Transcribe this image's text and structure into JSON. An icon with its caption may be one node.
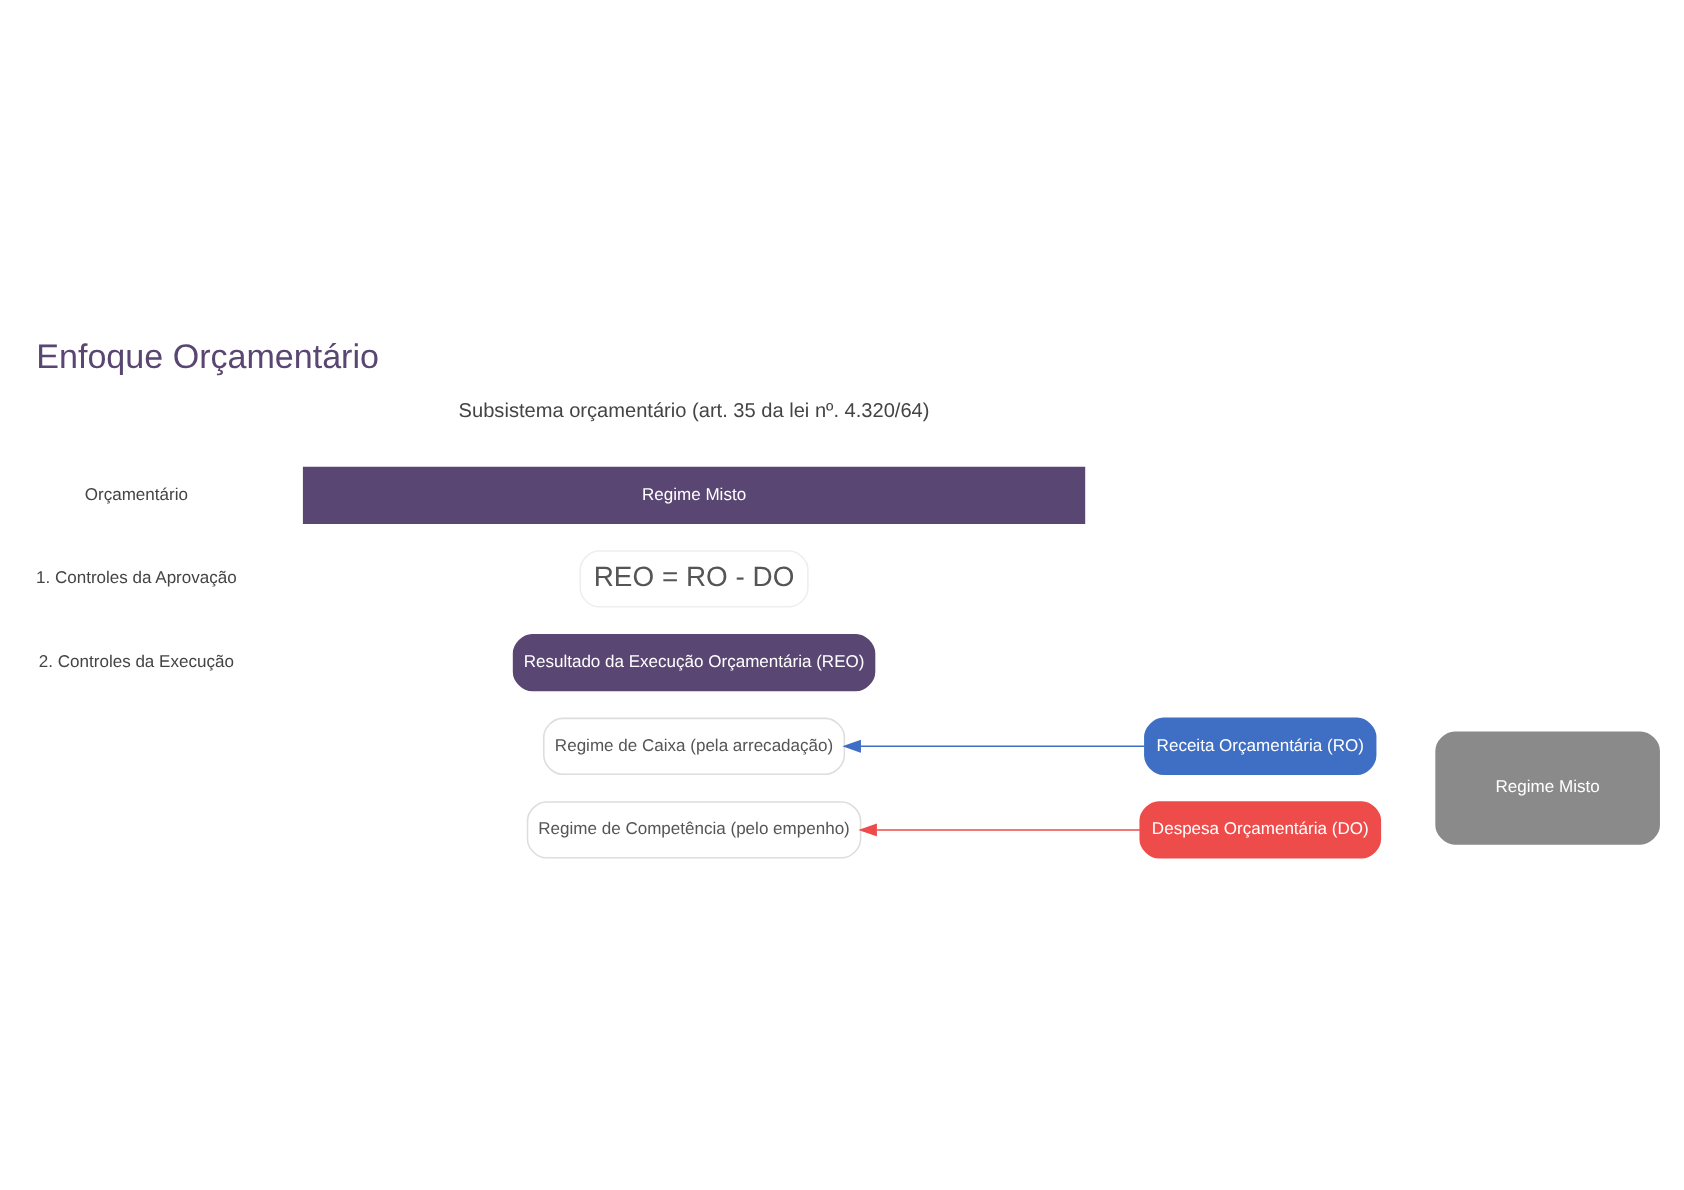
{
  "diagram": {
    "title": "Enfoque Orçamentário",
    "nodes": [
      {
        "text": [
          "Regime de Caixa (pela arrecadação)"
        ]
      },
      {
        "text": [
          "Regime de Competência (pelo empenho)"
        ]
      },
      {
        "text": [
          "Receita Orçamentária (RO)"
        ]
      },
      {
        "text": [
          "Despesa Orçamentária (DO)"
        ]
      },
      {
        "text": [
          "Resultado da Execução Orçamentária (REO)"
        ]
      },
      {
        "text": [
          "REO = RO - DO"
        ]
      },
      {
        "text": [
          "Regime Misto"
        ]
      },
      {
        "text": [
          "Regime Misto"
        ]
      }
    ],
    "edges": [
      {
        "from": 2,
        "to": 0,
        "arrow": "to",
        "color": "#3f6fc4"
      },
      {
        "from": 3,
        "to": 1,
        "arrow": "to",
        "color": "#ee4b4b"
      }
    ],
    "labels": [
      "Subsistema orçamentário (art. 35 da lei nº. 4.320/64)",
      "Orçamentário",
      "1. Controles da Aprovação",
      "2. Controles da Execução"
    ]
  }
}
